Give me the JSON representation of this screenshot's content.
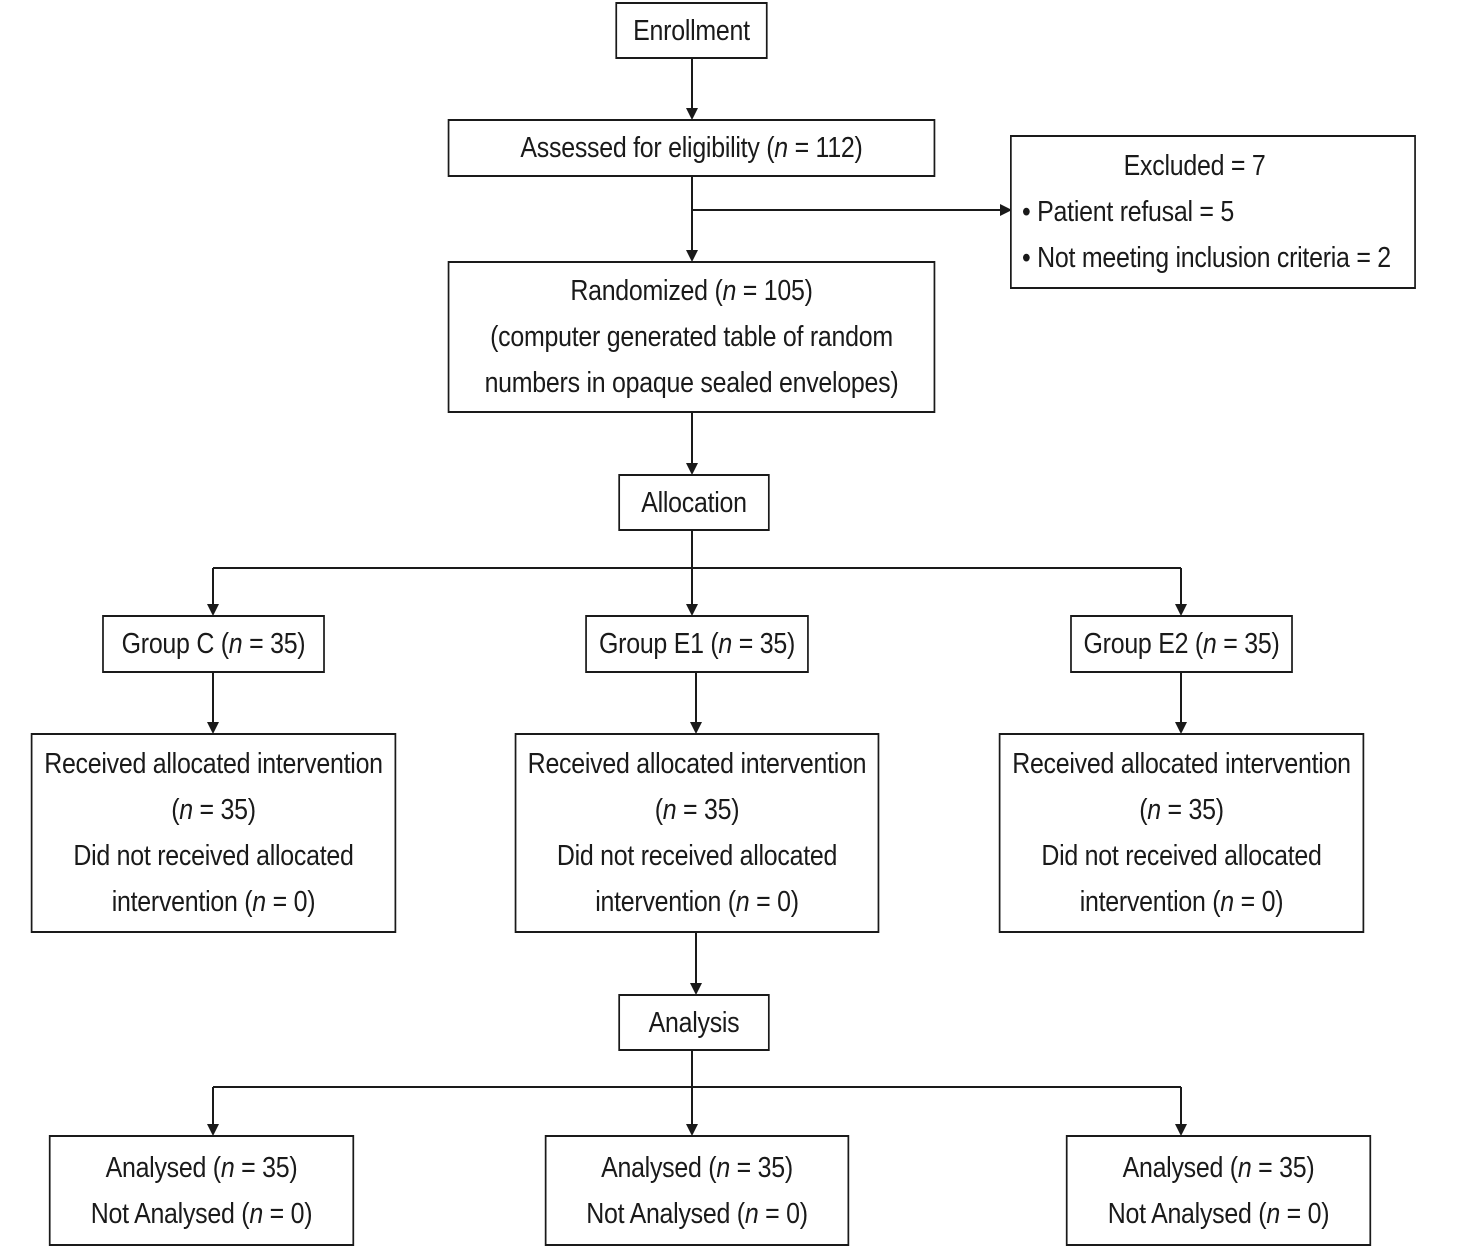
{
  "enrollment": {
    "label": "Enrollment"
  },
  "assessed": {
    "label": "Assessed for eligibility (n = 112)"
  },
  "excluded": {
    "title": "Excluded = 7",
    "items": [
      "• Patient refusal = 5",
      "• Not meeting inclusion criteria = 2"
    ]
  },
  "randomized": {
    "lines": [
      "Randomized (n = 105)",
      "(computer generated table of random",
      "numbers in opaque sealed envelopes)"
    ]
  },
  "allocation": {
    "label": "Allocation"
  },
  "groups": [
    {
      "label": "Group C (n = 35)"
    },
    {
      "label": "Group E1 (n = 35)"
    },
    {
      "label": "Group E2 (n = 35)"
    }
  ],
  "received": [
    {
      "lines": [
        "Received allocated intervention",
        "(n = 35)",
        "Did not received allocated",
        "intervention (n = 0)"
      ]
    },
    {
      "lines": [
        "Received allocated intervention",
        "(n = 35)",
        "Did not received allocated",
        "intervention (n = 0)"
      ]
    },
    {
      "lines": [
        "Received allocated intervention",
        "(n = 35)",
        "Did not received allocated",
        "intervention (n = 0)"
      ]
    }
  ],
  "analysis": {
    "label": "Analysis"
  },
  "analysed": [
    {
      "lines": [
        "Analysed (n = 35)",
        "Not Analysed (n = 0)"
      ]
    },
    {
      "lines": [
        "Analysed (n = 35)",
        "Not Analysed (n = 0)"
      ]
    },
    {
      "lines": [
        "Analysed (n = 35)",
        "Not Analysed (n = 0)"
      ]
    }
  ]
}
